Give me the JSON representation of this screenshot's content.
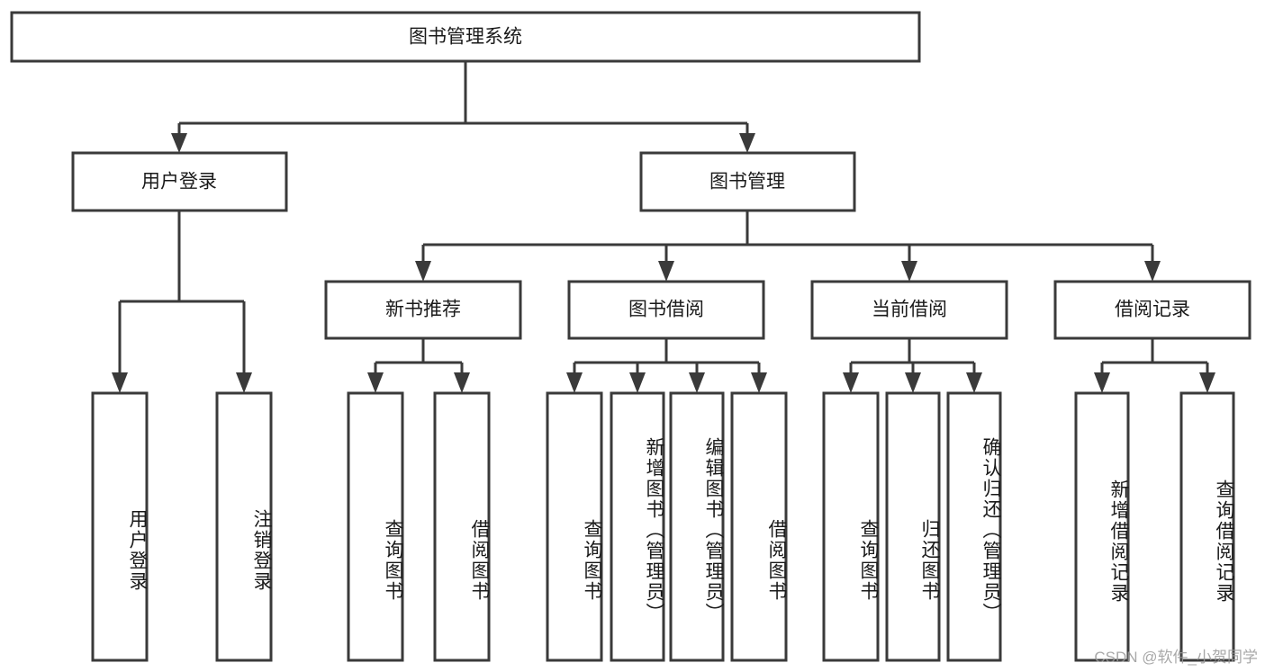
{
  "diagram": {
    "title": "图书管理系统",
    "type": "tree",
    "watermark": "CSDN @软件_小贺同学",
    "colors": {
      "box_stroke": "#3a3a3a",
      "box_fill": "#ffffff",
      "connector": "#3a3a3a",
      "text": "#1a1a1a",
      "background": "#ffffff",
      "watermark": "#9a9a9a"
    },
    "root": {
      "label": "图书管理系统"
    },
    "level2": [
      {
        "label": "用户登录"
      },
      {
        "label": "图书管理"
      }
    ],
    "level3": [
      {
        "label": "新书推荐"
      },
      {
        "label": "图书借阅"
      },
      {
        "label": "当前借阅"
      },
      {
        "label": "借阅记录"
      }
    ],
    "leaves": {
      "user_login": [
        {
          "label": "用户登录"
        },
        {
          "label": "注销登录"
        }
      ],
      "new_book": [
        {
          "label": "查询图书"
        },
        {
          "label": "借阅图书"
        }
      ],
      "book_borrow": [
        {
          "label": "查询图书"
        },
        {
          "label": "新增图书（管理员）"
        },
        {
          "label": "编辑图书（管理员）"
        },
        {
          "label": "借阅图书"
        }
      ],
      "current_borrow": [
        {
          "label": "查询图书"
        },
        {
          "label": "归还图书"
        },
        {
          "label": "确认归还（管理员）"
        }
      ],
      "borrow_record": [
        {
          "label": "新增借阅记录"
        },
        {
          "label": "查询借阅记录"
        }
      ]
    }
  }
}
